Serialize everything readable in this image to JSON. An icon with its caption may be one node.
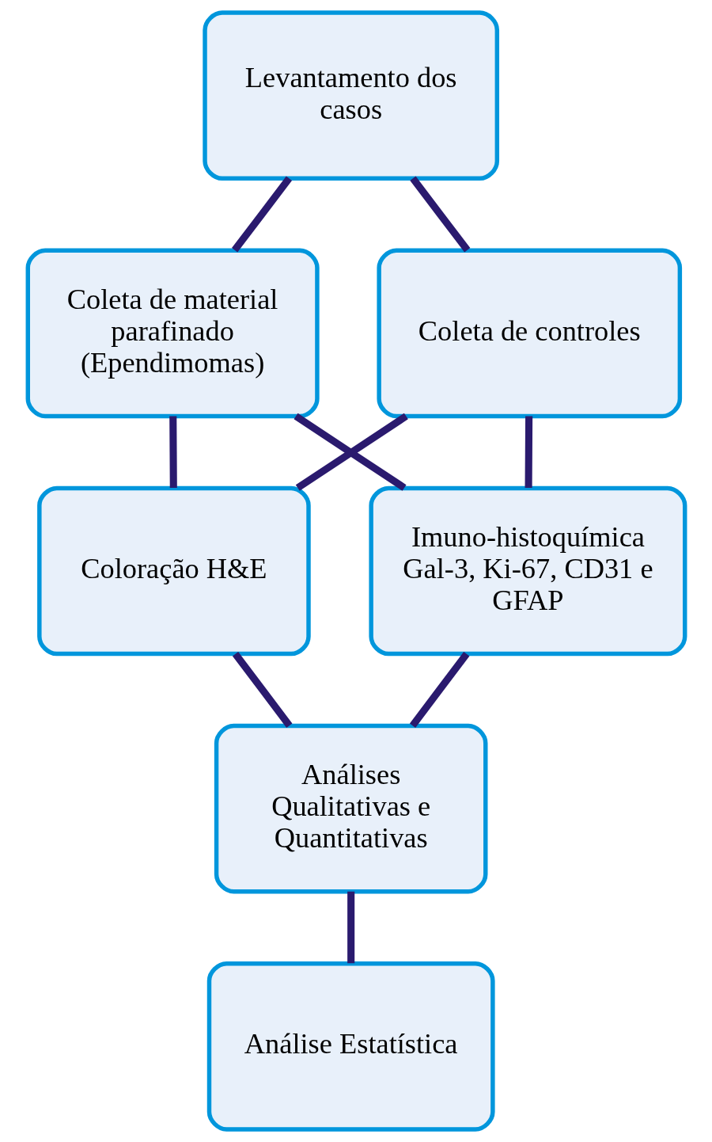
{
  "diagram": {
    "nodes": [
      {
        "text": [
          "Levantamento dos casos"
        ]
      },
      {
        "text": [
          "Coleta de material parafinado (Ependimomas)"
        ]
      },
      {
        "text": [
          "Coleta de controles"
        ]
      },
      {
        "text": [
          "Coloração H&E"
        ]
      },
      {
        "text": [
          "Imuno-histoquímica Gal-3, Ki-67, CD31 e GFAP"
        ]
      },
      {
        "text": [
          "Análises Qualitativas e Quantitativas"
        ]
      },
      {
        "text": [
          "Análise Estatística"
        ]
      }
    ],
    "edges": [
      {
        "from": 0,
        "to": 1,
        "arrow": "none"
      },
      {
        "from": 0,
        "to": 2,
        "arrow": "none"
      },
      {
        "from": 1,
        "to": 3,
        "arrow": "none"
      },
      {
        "from": 1,
        "to": 4,
        "arrow": "none"
      },
      {
        "from": 2,
        "to": 3,
        "arrow": "none"
      },
      {
        "from": 2,
        "to": 4,
        "arrow": "none"
      },
      {
        "from": 3,
        "to": 5,
        "arrow": "none"
      },
      {
        "from": 4,
        "to": 5,
        "arrow": "none"
      },
      {
        "from": 5,
        "to": 6,
        "arrow": "none"
      }
    ]
  }
}
